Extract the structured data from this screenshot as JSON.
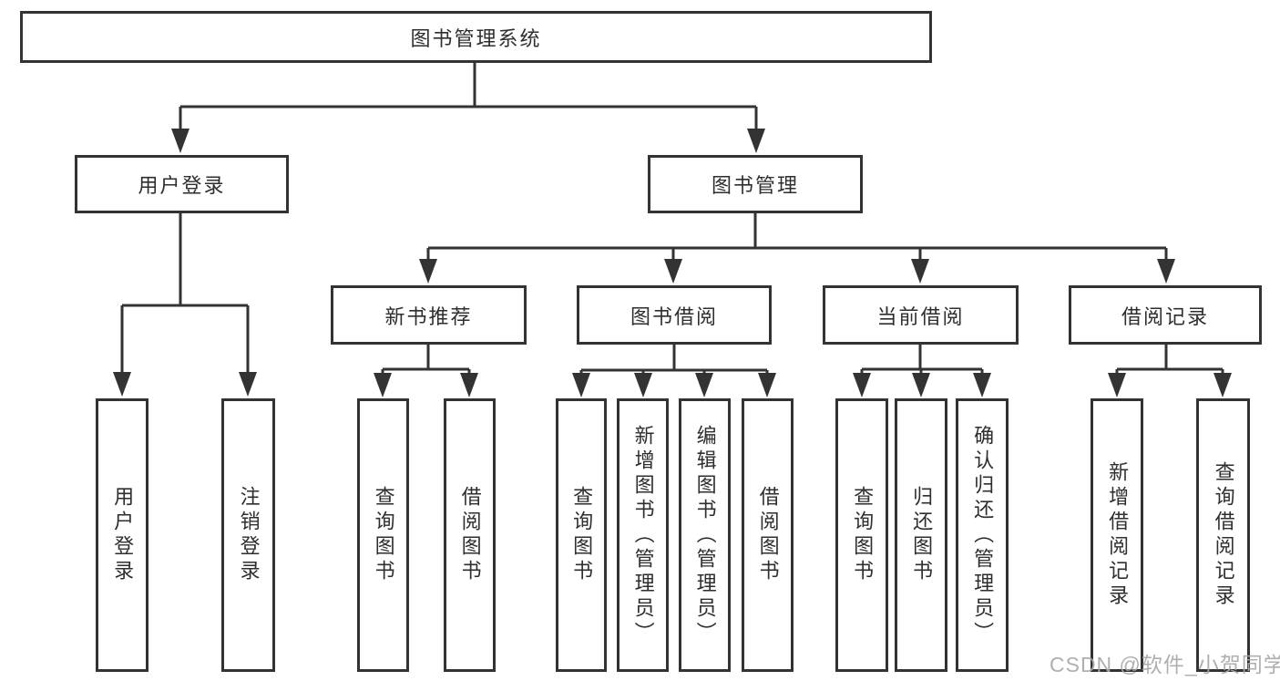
{
  "diagram": {
    "type": "tree",
    "root": {
      "label": "图书管理系统"
    },
    "level2": [
      {
        "label": "用户登录",
        "children": [
          {
            "label": "用户登录"
          },
          {
            "label": "注销登录"
          }
        ]
      },
      {
        "label": "图书管理",
        "children": [
          {
            "label": "新书推荐",
            "children": [
              {
                "label": "查询图书"
              },
              {
                "label": "借阅图书"
              }
            ]
          },
          {
            "label": "图书借阅",
            "children": [
              {
                "label": "查询图书"
              },
              {
                "label": "新增图书（管理员）"
              },
              {
                "label": "编辑图书（管理员）"
              },
              {
                "label": "借阅图书"
              }
            ]
          },
          {
            "label": "当前借阅",
            "children": [
              {
                "label": "查询图书"
              },
              {
                "label": "归还图书"
              },
              {
                "label": "确认归还（管理员）"
              }
            ]
          },
          {
            "label": "借阅记录",
            "children": [
              {
                "label": "新增借阅记录"
              },
              {
                "label": "查询借阅记录"
              }
            ]
          }
        ]
      }
    ]
  },
  "watermark": {
    "text": "CSDN @软件_小贺同学"
  },
  "colors": {
    "line": "#333333",
    "box_border": "#333333",
    "box_fill": "#ffffff",
    "text": "#2e2e2e",
    "watermark": "#a8a8a8",
    "background": "#ffffff"
  }
}
